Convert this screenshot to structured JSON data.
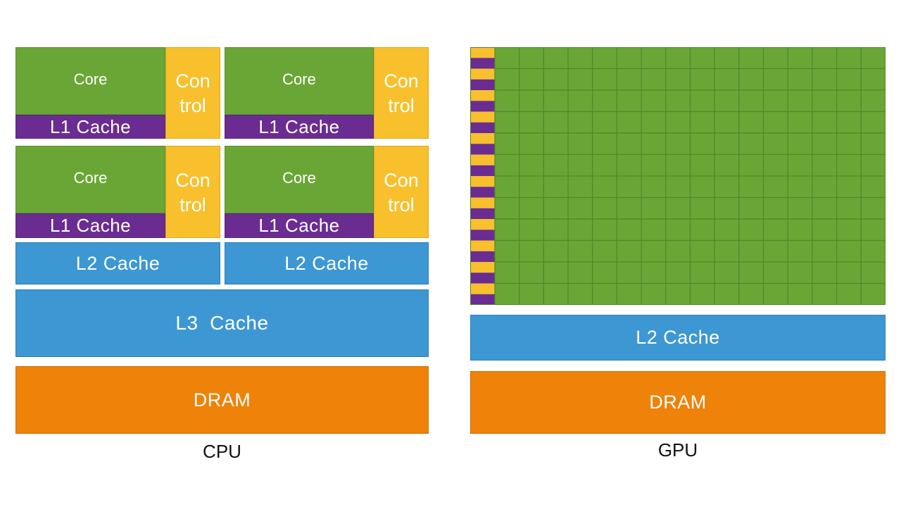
{
  "cpu": {
    "caption": "CPU",
    "core_units": [
      {
        "core_label": "Core",
        "l1_label": "L1 Cache",
        "control_label": "Con\ntrol"
      },
      {
        "core_label": "Core",
        "l1_label": "L1 Cache",
        "control_label": "Con\ntrol"
      },
      {
        "core_label": "Core",
        "l1_label": "L1 Cache",
        "control_label": "Con\ntrol"
      },
      {
        "core_label": "Core",
        "l1_label": "L1 Cache",
        "control_label": "Con\ntrol"
      }
    ],
    "l2_caches": [
      "L2 Cache",
      "L2 Cache"
    ],
    "l3_cache": "L3  Cache",
    "dram": "DRAM"
  },
  "gpu": {
    "caption": "GPU",
    "grid": {
      "rows": 12,
      "core_columns": 16
    },
    "l2_cache": "L2 Cache",
    "dram": "DRAM"
  },
  "colors": {
    "core_green": "#6aa636",
    "grid_line": "#4f8a2a",
    "l1_purple": "#6b2c91",
    "control_yellow": "#f7c02c",
    "cache_blue": "#3d97d3",
    "dram_orange": "#ef8209"
  }
}
